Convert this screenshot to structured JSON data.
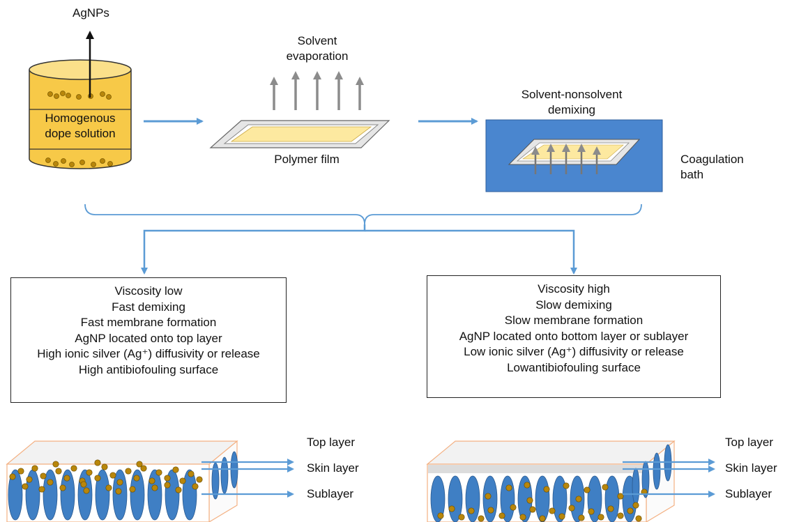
{
  "step1": {
    "agnps_label": "AgNPs",
    "dope_line1": "Homogenous",
    "dope_line2": "dope solution"
  },
  "step2": {
    "evap_line1": "Solvent",
    "evap_line2": "evaporation",
    "film_label": "Polymer film"
  },
  "step3": {
    "demix_line1": "Solvent-nonsolvent",
    "demix_line2": "demixing",
    "bath_line1": "Coagulation",
    "bath_line2": "bath"
  },
  "left_box": {
    "lines": [
      "Viscosity low",
      "Fast demixing",
      "Fast membrane formation",
      "AgNP located onto top layer",
      "High ionic silver (Ag⁺) diffusivity or release",
      "High antibiofouling surface"
    ]
  },
  "right_box": {
    "lines": [
      "Viscosity high",
      "Slow demixing",
      "Slow membrane formation",
      "AgNP located onto bottom layer or sublayer",
      "Low ionic silver (Ag⁺) diffusivity or release",
      "Lowantibiofouling surface"
    ]
  },
  "left_layers": {
    "top": "Top layer",
    "skin": "Skin layer",
    "sub": "Sublayer"
  },
  "right_layers": {
    "top": "Top layer",
    "skin": "Skin layer",
    "sub": "Sublayer"
  },
  "colors": {
    "flow_arrow": "#5b9bd5",
    "container_fill": "#f7c948",
    "bath_fill": "#4a86cf",
    "film_fill": "#fde9a0",
    "particle": "#b8860b",
    "pore": "#3f7fc4",
    "membrane_edge": "#f4b183"
  }
}
